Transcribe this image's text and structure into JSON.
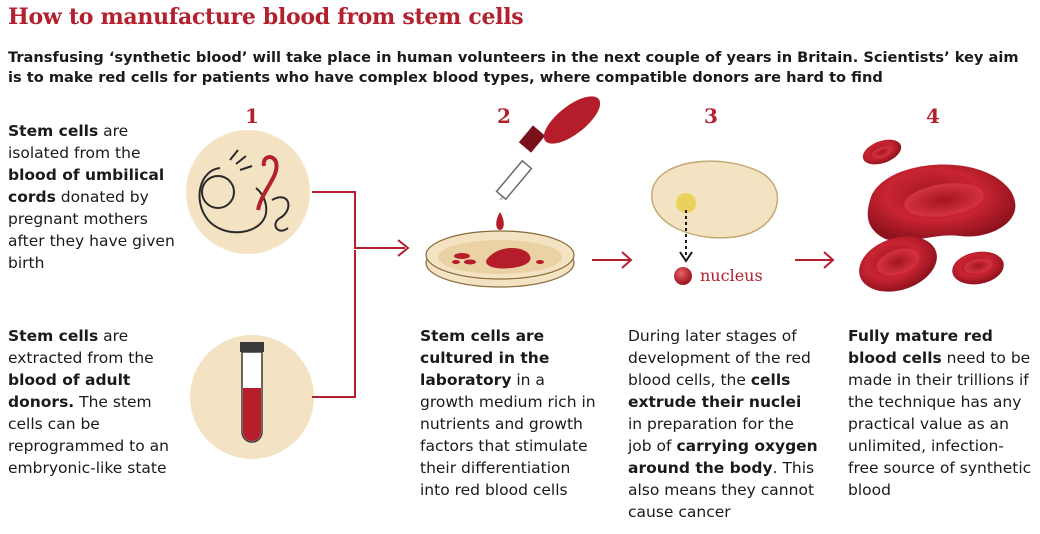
{
  "title": "How to manufacture blood from stem cells",
  "subtitle": "Transfusing ‘synthetic blood’ will take place in human volunteers in the next couple of years in Britain. Scientists’ key aim is to make red cells for patients who have complex blood types, where compatible donors are hard to find",
  "steps": [
    {
      "number": "1"
    },
    {
      "number": "2"
    },
    {
      "number": "3"
    },
    {
      "number": "4"
    }
  ],
  "step1a": {
    "b1": "Stem cells",
    "t1": " are isolated from the ",
    "b2": "blood of umbilical cords",
    "t2": " donated by pregnant mothers after they have given birth"
  },
  "step1b": {
    "b1": "Stem cells",
    "t1": " are extracted from the ",
    "b2": "blood of adult donors.",
    "t2": " The stem cells can be reprogrammed to an embryonic-like state"
  },
  "step2": {
    "b1": "Stem cells are cultured in the laboratory",
    "t1": " in a growth medium rich in nutrients and growth factors that stimulate their differentiation into red blood cells"
  },
  "step3": {
    "t1": "During later stages of development of the red blood cells, the ",
    "b1": "cells extrude their nuclei",
    "t2": " in preparation for the job of ",
    "b2": "carrying oxygen around the body",
    "t3": ". This also means they cannot cause cancer"
  },
  "step4": {
    "b1": "Fully mature red blood cells",
    "t1": " need to be made in their trillions if the technique has any practical value as an unlimited, infection-free source of synthetic blood"
  },
  "nucleus_label": "nucleus",
  "colors": {
    "accent": "#b3202e",
    "beige": "#f3e3c3",
    "blood": "#b51d2a"
  }
}
